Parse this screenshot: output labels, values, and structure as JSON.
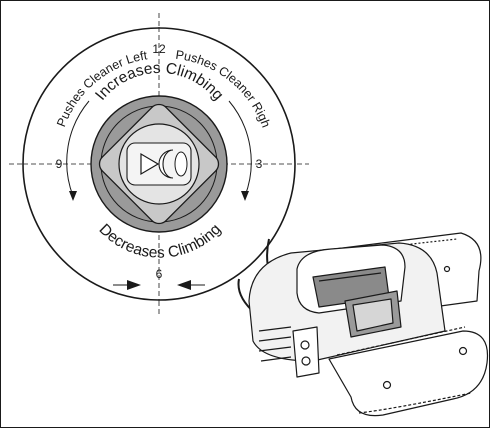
{
  "dial": {
    "clock_12": "12",
    "clock_3": "3",
    "clock_6": "6",
    "clock_9": "9",
    "left_arc_text": "Pushes Cleaner Left",
    "right_arc_text": "Pushes Cleaner Right",
    "top_text": "Increases Climbing",
    "bottom_text": "Decreases Climbing"
  },
  "icons": {
    "center": "play-arrow-icon",
    "brand": "crescent-mark-icon"
  },
  "colors": {
    "ink": "#1a1a1a",
    "ring_gray": "#9a9a9a",
    "diamond_gray": "#c8c8c8",
    "center_gray": "#e4e4e4"
  }
}
